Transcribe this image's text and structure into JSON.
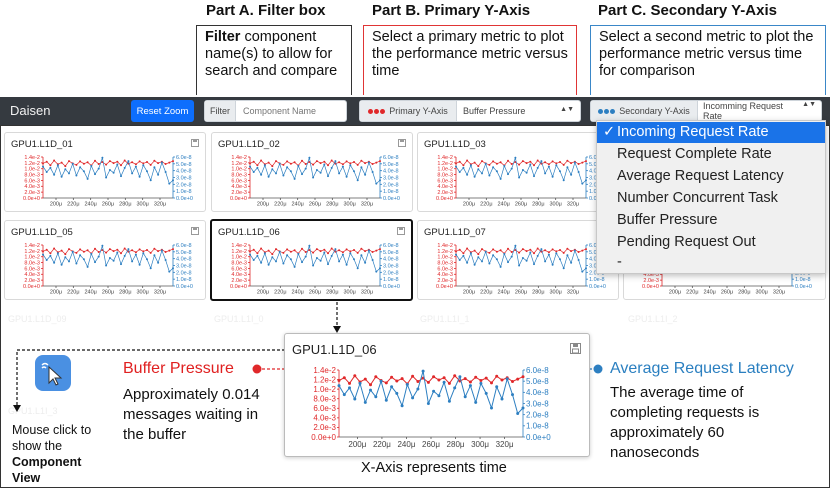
{
  "annotations": {
    "part_a": {
      "title": "Part A. Filter box",
      "bold": "Filter",
      "text_rest": " component name(s) to allow for search and compare"
    },
    "part_b": {
      "title": "Part B. Primary Y-Axis",
      "text": "Select a primary metric to plot the performance metric versus time"
    },
    "part_c": {
      "title": "Part C. Secondary Y-Axis",
      "text": "Select a second metric to plot the performance metric versus time for comparison"
    },
    "mouse_click": "Mouse click to show the",
    "component_view": "Component View",
    "xaxis_note": "X-Axis represents time",
    "primary_label": "Buffer Pressure",
    "primary_desc": "Approximately 0.014 messages waiting in the buffer",
    "secondary_label": "Average Request Latency",
    "secondary_desc": "The average time of completing requests is approximately 60 nanoseconds"
  },
  "toolbar": {
    "brand": "Daisen",
    "reset_zoom": "Reset Zoom",
    "filter_label": "Filter",
    "filter_placeholder": "Component Name",
    "primary_label": "Primary Y-Axis",
    "primary_value": "Buffer Pressure",
    "secondary_label": "Secondary Y-Axis",
    "secondary_value": "Incomming Request Rate"
  },
  "dropdown": {
    "check": "✓",
    "options": [
      "Incoming Request Rate",
      "Request Complete Rate",
      "Average Request Latency",
      "Number Concurrent Task",
      "Buffer Pressure",
      "Pending Request Out",
      "-"
    ],
    "selected_index": 0
  },
  "cards": [
    {
      "title": "GPU1.L1D_01"
    },
    {
      "title": "GPU1.L1D_02"
    },
    {
      "title": "GPU1.L1D_03"
    },
    {
      "title": "GPU1.L1D_05"
    },
    {
      "title": "GPU1.L1D_06"
    },
    {
      "title": "GPU1.L1D_07"
    }
  ],
  "ghost_titles": [
    "GPU1.L1D_09",
    "GPU1.L1I_0",
    "GPU1.L1I_1",
    "GPU1.L1I_2",
    "GPU1.L1I_3"
  ],
  "detail_card": {
    "title": "GPU1.L1D_06"
  },
  "chart_data": [
    {
      "type": "line",
      "left_ticks": [
        "1.4e-2",
        "1.2e-2",
        "1.0e-2",
        "8.0e-3",
        "6.0e-3",
        "4.0e-3",
        "2.0e-3",
        "0.0e+0"
      ],
      "right_ticks": [
        "6.0e-8",
        "5.0e-8",
        "4.0e-8",
        "3.0e-8",
        "2.0e-8",
        "1.0e-8",
        "0.0e+0"
      ],
      "x_ticks": [
        "200μ",
        "220μ",
        "240μ",
        "260μ",
        "280μ",
        "300μ",
        "320μ"
      ],
      "ylim_left": [
        0,
        0.014
      ],
      "ylim_right": [
        0,
        6e-08
      ],
      "series": [
        {
          "color": "#e0282a",
          "axis": "left",
          "values": [
            0.0118,
            0.0124,
            0.0112,
            0.0128,
            0.0115,
            0.0121,
            0.0109,
            0.0126,
            0.0118,
            0.0113,
            0.0125,
            0.0117,
            0.0122,
            0.0111,
            0.0127,
            0.0116,
            0.0123,
            0.0114,
            0.0126,
            0.0119,
            0.0124,
            0.0112,
            0.0128,
            0.0117,
            0.0122,
            0.0115,
            0.0125,
            0.0118,
            0.0123,
            0.0113,
            0.0127,
            0.0119,
            0.0124,
            0.0116,
            0.0121,
            0.0126
          ]
        },
        {
          "color": "#2d7fc1",
          "axis": "right",
          "values": [
            4.6e-08,
            3.8e-08,
            4.4e-08,
            3.4e-08,
            4.8e-08,
            3.1e-08,
            4.2e-08,
            3.6e-08,
            5e-08,
            3.3e-08,
            4.5e-08,
            3.9e-08,
            2.8e-08,
            4.7e-08,
            3.5e-08,
            4.3e-08,
            5.9e-08,
            3e-08,
            4.1e-08,
            3.7e-08,
            4.9e-08,
            3.2e-08,
            4.4e-08,
            5.4e-08,
            3.6e-08,
            4.6e-08,
            3.1e-08,
            4.8e-08,
            3.9e-08,
            2.6e-08,
            4.5e-08,
            3.4e-08,
            5.2e-08,
            3.8e-08,
            2.1e-08,
            2.6e-08
          ]
        }
      ]
    }
  ]
}
